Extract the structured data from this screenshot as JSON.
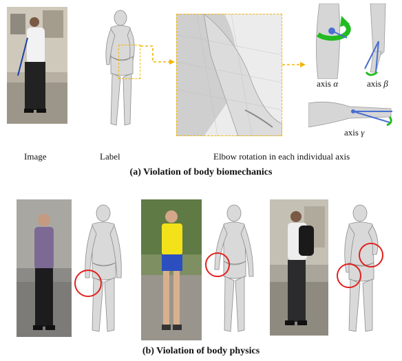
{
  "panel_a": {
    "labels": {
      "image": "Image",
      "label": "Label",
      "elbow": "Elbow rotation in each individual axis"
    },
    "axes": [
      {
        "prefix": "axis ",
        "symbol": "α"
      },
      {
        "prefix": "axis ",
        "symbol": "β"
      },
      {
        "prefix": "axis ",
        "symbol": "γ"
      }
    ],
    "caption": "(a) Violation of body biomechanics"
  },
  "panel_b": {
    "caption": "(b) Violation of body physics"
  },
  "colors": {
    "highlight_box": "#f2b400",
    "violation_circle": "#e0201c",
    "axis_line": "#4a6fd0",
    "rotation_arrow": "#22bb22"
  }
}
